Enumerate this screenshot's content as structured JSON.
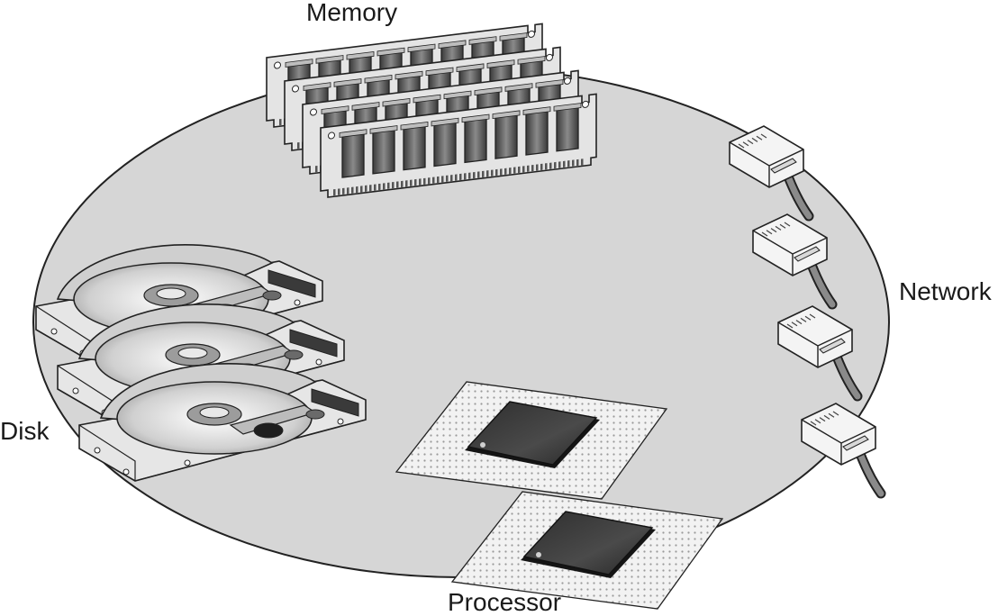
{
  "labels": {
    "memory": "Memory",
    "network": "Network",
    "disk": "Disk",
    "processor": "Processor"
  },
  "components": {
    "memory_modules": 4,
    "network_connectors": 4,
    "disk_drives": 3,
    "processor_chips": 2
  },
  "colors": {
    "platform": "#d6d6d6",
    "outline": "#222222",
    "chip": "#3c3c3c",
    "board": "#f2f2f2"
  }
}
